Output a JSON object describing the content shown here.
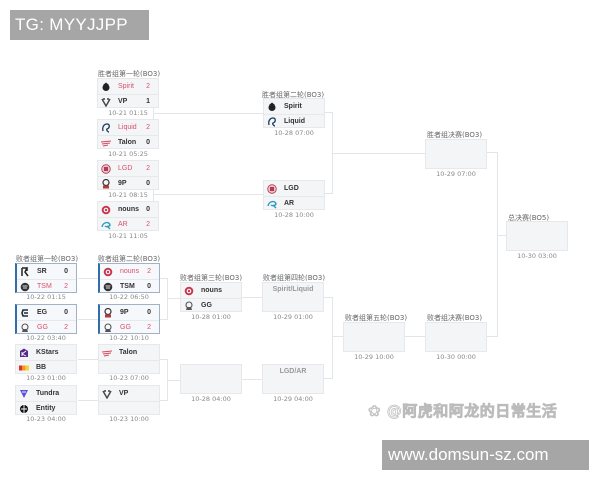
{
  "header": {
    "tg_label": "TG: MYYJJPP"
  },
  "footer": {
    "watermark": "❀ @阿虎和阿龙的日常生活",
    "site": "www.domsun-sz.com"
  },
  "colors": {
    "winner": "#d6526b",
    "highlight_border": "#2f6ea8",
    "box_bg": "#f4f5f7",
    "line": "#e3e5e9"
  },
  "rounds": {
    "ub_r1": "胜者组第一轮(BO3)",
    "ub_r2": "胜者组第二轮(BO3)",
    "ub_final": "胜者组决赛(BO3)",
    "grand_final": "总决赛(BO5)",
    "lb_r1": "败者组第一轮(BO3)",
    "lb_r2": "败者组第二轮(BO3)",
    "lb_r3": "败者组第三轮(BO3)",
    "lb_r4": "败者组第四轮(BO3)",
    "lb_r5": "败者组第五轮(BO3)",
    "lb_final": "败者组决赛(BO3)"
  },
  "matches": {
    "ub1": {
      "time": "10-21 01:15",
      "teams": [
        {
          "name": "Spirit",
          "score": "2",
          "logo": "spirit-logo"
        },
        {
          "name": "VP",
          "score": "1",
          "logo": "vp-logo"
        }
      ]
    },
    "ub2": {
      "time": "10-21 05:25",
      "teams": [
        {
          "name": "Liquid",
          "score": "2",
          "logo": "liquid-logo"
        },
        {
          "name": "Talon",
          "score": "0",
          "logo": "talon-logo"
        }
      ]
    },
    "ub3": {
      "time": "10-21 08:15",
      "teams": [
        {
          "name": "LGD",
          "score": "2",
          "logo": "lgd-logo"
        },
        {
          "name": "9P",
          "score": "0",
          "logo": "9p-logo"
        }
      ]
    },
    "ub4": {
      "time": "10-21 11:05",
      "teams": [
        {
          "name": "nouns",
          "score": "0",
          "logo": "nouns-logo"
        },
        {
          "name": "AR",
          "score": "2",
          "logo": "ar-logo"
        }
      ]
    },
    "ub5": {
      "time": "10-28 07:00",
      "teams": [
        {
          "name": "Spirit",
          "score": "",
          "logo": "spirit-logo"
        },
        {
          "name": "Liquid",
          "score": "",
          "logo": "liquid-logo"
        }
      ]
    },
    "ub6": {
      "time": "10-28 10:00",
      "teams": [
        {
          "name": "LGD",
          "score": "",
          "logo": "lgd-logo"
        },
        {
          "name": "AR",
          "score": "",
          "logo": "ar-logo"
        }
      ]
    },
    "ubf": {
      "time": "10-29 07:00"
    },
    "gf": {
      "time": "10-30 03:00"
    },
    "lb1": {
      "time": "10-22 01:15",
      "teams": [
        {
          "name": "SR",
          "score": "0",
          "logo": "sr-logo"
        },
        {
          "name": "TSM",
          "score": "2",
          "logo": "tsm-logo"
        }
      ]
    },
    "lb2": {
      "time": "10-22 03:40",
      "teams": [
        {
          "name": "EG",
          "score": "0",
          "logo": "eg-logo"
        },
        {
          "name": "GG",
          "score": "2",
          "logo": "gg-logo"
        }
      ]
    },
    "lb3": {
      "time": "10-23 01:00",
      "teams": [
        {
          "name": "KStars",
          "score": "",
          "logo": "kstars-logo"
        },
        {
          "name": "BB",
          "score": "",
          "logo": "bb-logo"
        }
      ]
    },
    "lb4": {
      "time": "10-23 04:00",
      "teams": [
        {
          "name": "Tundra",
          "score": "",
          "logo": "tundra-logo"
        },
        {
          "name": "Entity",
          "score": "",
          "logo": "entity-logo"
        }
      ]
    },
    "lb5": {
      "time": "10-22 06:50",
      "teams": [
        {
          "name": "nouns",
          "score": "2",
          "logo": "nouns-logo"
        },
        {
          "name": "TSM",
          "score": "0",
          "logo": "tsm-logo"
        }
      ]
    },
    "lb6": {
      "time": "10-22 10:10",
      "teams": [
        {
          "name": "9P",
          "score": "0",
          "logo": "9p-logo"
        },
        {
          "name": "GG",
          "score": "2",
          "logo": "gg-logo"
        }
      ]
    },
    "lb7": {
      "time": "10-23 07:00",
      "teams": [
        {
          "name": "Talon",
          "score": "",
          "logo": "talon-logo"
        },
        {
          "name": "",
          "score": "",
          "logo": ""
        }
      ]
    },
    "lb8": {
      "time": "10-23 10:00",
      "teams": [
        {
          "name": "VP",
          "score": "",
          "logo": "vp-logo"
        },
        {
          "name": "",
          "score": "",
          "logo": ""
        }
      ]
    },
    "lb9": {
      "time": "10-28 01:00",
      "teams": [
        {
          "name": "nouns",
          "score": "",
          "logo": "nouns-logo"
        },
        {
          "name": "GG",
          "score": "",
          "logo": "gg-logo"
        }
      ]
    },
    "lb10": {
      "time": "10-28 04:00"
    },
    "lb11": {
      "time": "10-29 01:00",
      "placeholder": "Spirit/Liquid"
    },
    "lb12": {
      "time": "10-29 04:00",
      "placeholder": "LGD/AR"
    },
    "lb13": {
      "time": "10-29 10:00"
    },
    "lbf": {
      "time": "10-30 00:00"
    }
  }
}
